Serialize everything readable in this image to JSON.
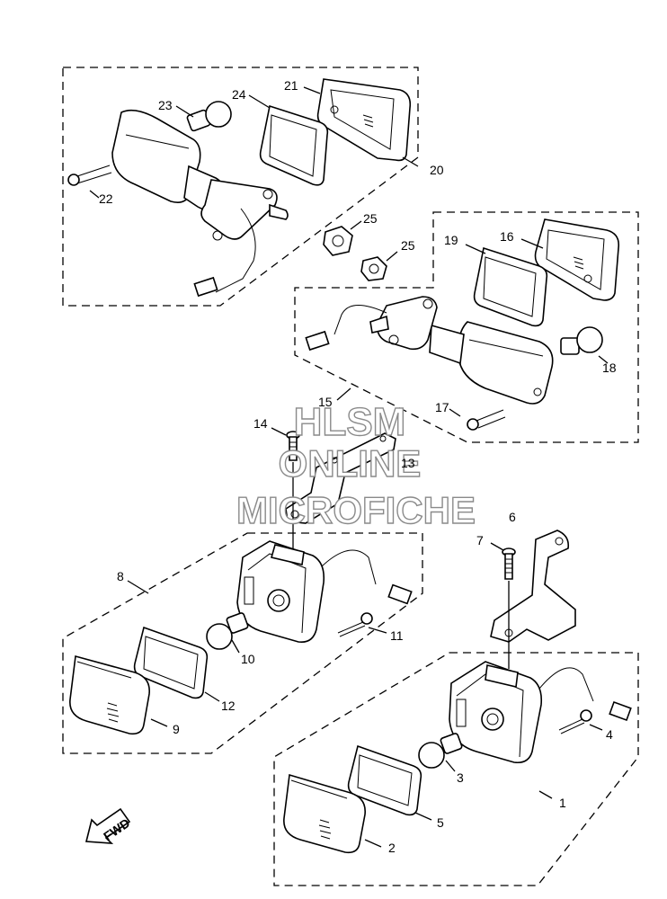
{
  "part_labels": [
    "1",
    "2",
    "3",
    "4",
    "5",
    "6",
    "7",
    "8",
    "9",
    "10",
    "11",
    "12",
    "13",
    "14",
    "15",
    "16",
    "17",
    "18",
    "19",
    "20",
    "21",
    "22",
    "23",
    "24",
    "25",
    "25"
  ],
  "watermark": {
    "line1": "HLSM",
    "line2": "ONLINE",
    "line3": "MICROFICHE"
  },
  "fwd_label": "FWD"
}
